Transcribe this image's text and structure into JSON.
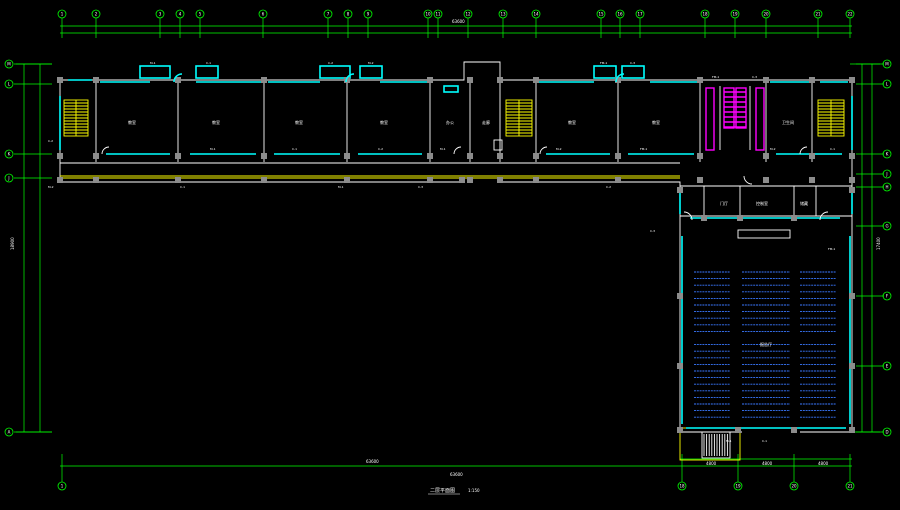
{
  "drawing": {
    "title": "二层平面图",
    "scale": "1:150"
  },
  "top_grid": {
    "labels": [
      "1",
      "2",
      "3",
      "4",
      "5",
      "6",
      "7",
      "8",
      "9",
      "10",
      "11",
      "12",
      "13",
      "14",
      "15",
      "16",
      "17",
      "18",
      "19",
      "20",
      "21",
      "22"
    ]
  },
  "bottom_grid": {
    "labels": [
      "1",
      "18",
      "19",
      "20",
      "21"
    ]
  },
  "left_grid": {
    "labels": [
      "M",
      "L",
      "K",
      "J",
      "A"
    ]
  },
  "right_grid": {
    "labels": [
      "M",
      "L",
      "K",
      "J",
      "H",
      "G",
      "F",
      "E",
      "D"
    ]
  },
  "dimensions": {
    "overall_top": "63600",
    "overall_bottom": "63600",
    "overall_bottom_sub": "63600",
    "left_total": "18900",
    "right_total": "17400",
    "bottom_segments": [
      "4800",
      "4800",
      "4800"
    ]
  },
  "rooms": [
    {
      "id": "r1",
      "name": "教室"
    },
    {
      "id": "r2",
      "name": "教室"
    },
    {
      "id": "r3",
      "name": "教室"
    },
    {
      "id": "r4",
      "name": "教室"
    },
    {
      "id": "r5",
      "name": "办公"
    },
    {
      "id": "r6",
      "name": "走廊"
    },
    {
      "id": "r7",
      "name": "教室"
    },
    {
      "id": "r8",
      "name": "教室"
    },
    {
      "id": "r9",
      "name": "卫生间"
    },
    {
      "id": "r10",
      "name": "报告厅"
    },
    {
      "id": "r11",
      "name": "控制室"
    },
    {
      "id": "r12",
      "name": "储藏"
    },
    {
      "id": "r13",
      "name": "门厅"
    }
  ],
  "tags": [
    "M-1",
    "C-1",
    "C-2",
    "M-2",
    "FM-1",
    "C-3"
  ]
}
